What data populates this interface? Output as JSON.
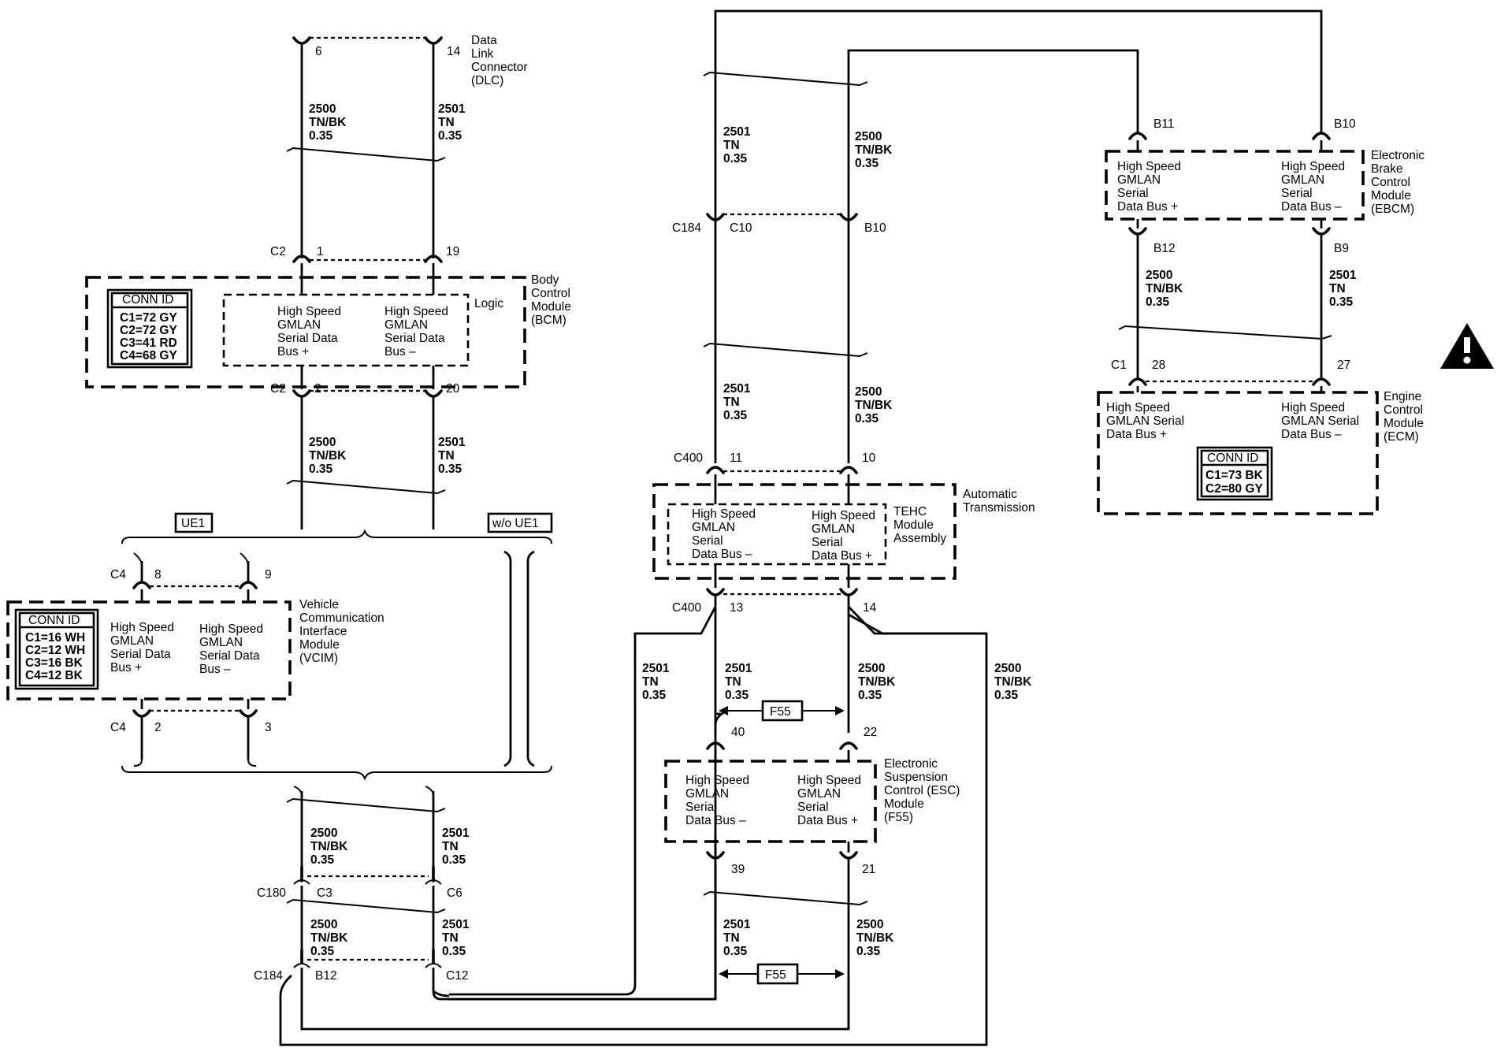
{
  "dlc": {
    "name": [
      "Data",
      "Link",
      "Connector",
      "(DLC)"
    ],
    "pin_left": "6",
    "pin_right": "14",
    "wire_left": [
      "2500",
      "TN/BK",
      "0.35"
    ],
    "wire_right": [
      "2501",
      "TN",
      "0.35"
    ]
  },
  "bcm": {
    "name": [
      "Body",
      "Control",
      "Module",
      "(BCM)"
    ],
    "logic_label": "Logic",
    "top_connector": "C2",
    "top_pins": [
      "1",
      "19"
    ],
    "bottom_connector": "C2",
    "bottom_pins": [
      "2",
      "20"
    ],
    "plus_label": [
      "High Speed",
      "GMLAN",
      "Serial Data",
      "Bus +"
    ],
    "minus_label": [
      "High Speed",
      "GMLAN",
      "Serial Data",
      "Bus –"
    ],
    "conn_id": {
      "title": "CONN ID",
      "rows": [
        "C1=72 GY",
        "C2=72 GY",
        "C3=41 RD",
        "C4=68 GY"
      ]
    },
    "wire_below_left": [
      "2500",
      "TN/BK",
      "0.35"
    ],
    "wire_below_right": [
      "2501",
      "TN",
      "0.35"
    ]
  },
  "options": {
    "with": "UE1",
    "without": "w/o UE1"
  },
  "vcim": {
    "name": [
      "Vehicle",
      "Communication",
      "Interface",
      "Module",
      "(VCIM)"
    ],
    "top_connector": "C4",
    "top_pins": [
      "8",
      "9"
    ],
    "bottom_connector": "C4",
    "bottom_pins": [
      "2",
      "3"
    ],
    "plus_label": [
      "High Speed",
      "GMLAN",
      "Serial Data",
      "Bus +"
    ],
    "minus_label": [
      "High Speed",
      "GMLAN",
      "Serial Data",
      "Bus –"
    ],
    "conn_id": {
      "title": "CONN ID",
      "rows": [
        "C1=16 WH",
        "C2=12 WH",
        "C3=16 BK",
        "C4=12 BK"
      ]
    }
  },
  "lower_left": {
    "wire_a_left": [
      "2500",
      "TN/BK",
      "0.35"
    ],
    "wire_a_right": [
      "2501",
      "TN",
      "0.35"
    ],
    "c180": {
      "connector": "C180",
      "pins": [
        "C3",
        "C6"
      ]
    },
    "wire_b_left": [
      "2500",
      "TN/BK",
      "0.35"
    ],
    "wire_b_right": [
      "2501",
      "TN",
      "0.35"
    ],
    "c184": {
      "connector": "C184",
      "pins": [
        "B12",
        "C12"
      ]
    }
  },
  "center": {
    "wire_top_left": [
      "2501",
      "TN",
      "0.35"
    ],
    "wire_top_right": [
      "2500",
      "TN/BK",
      "0.35"
    ],
    "c184": {
      "connector": "C184",
      "pins": [
        "C10",
        "B10"
      ]
    },
    "wire_mid_left": [
      "2501",
      "TN",
      "0.35"
    ],
    "wire_mid_right": [
      "2500",
      "TN/BK",
      "0.35"
    ],
    "c400_top": {
      "connector": "C400",
      "pins": [
        "11",
        "10"
      ]
    },
    "c400_bottom": {
      "connector": "C400",
      "pins": [
        "13",
        "14"
      ]
    }
  },
  "tehc": {
    "outer_name": [
      "Automatic",
      "Transmission"
    ],
    "inner_name": [
      "TEHC",
      "Module",
      "Assembly"
    ],
    "minus_label": [
      "High Speed",
      "GMLAN",
      "Serial",
      "Data  Bus –"
    ],
    "plus_label": [
      "High Speed",
      "GMLAN",
      "Serial",
      "Data Bus +"
    ]
  },
  "esc_section": {
    "wire_left_outer": [
      "2501",
      "TN",
      "0.35"
    ],
    "wire_left": [
      "2501",
      "TN",
      "0.35"
    ],
    "wire_right": [
      "2500",
      "TN/BK",
      "0.35"
    ],
    "wire_right_outer": [
      "2500",
      "TN/BK",
      "0.35"
    ],
    "option_label": "F55",
    "top_pins": [
      "40",
      "22"
    ],
    "bottom_pins": [
      "39",
      "21"
    ],
    "wire_below_left": [
      "2501",
      "TN",
      "0.35"
    ],
    "wire_below_right": [
      "2500",
      "TN/BK",
      "0.35"
    ],
    "option_label_bottom": "F55"
  },
  "esc": {
    "name": [
      "Electronic",
      "Suspension",
      "Control (ESC)",
      "Module",
      "(F55)"
    ],
    "minus_label": [
      "High Speed",
      "GMLAN",
      "Serial",
      "Data Bus –"
    ],
    "plus_label": [
      "High Speed",
      "GMLAN",
      "Serial",
      "Data Bus +"
    ]
  },
  "ebcm": {
    "name": [
      "Electronic",
      "Brake",
      "Control",
      "Module",
      "(EBCM)"
    ],
    "top_pins": [
      "B11",
      "B10"
    ],
    "bottom_pins": [
      "B12",
      "B9"
    ],
    "plus_label": [
      "High Speed",
      "GMLAN",
      "Serial",
      "Data Bus +"
    ],
    "minus_label": [
      "High Speed",
      "GMLAN",
      "Serial",
      "Data Bus –"
    ],
    "wire_left": [
      "2500",
      "TN/BK",
      "0.35"
    ],
    "wire_right": [
      "2501",
      "TN",
      "0.35"
    ]
  },
  "ecm": {
    "name": [
      "Engine",
      "Control",
      "Module",
      "(ECM)"
    ],
    "connector": "C1",
    "pins": [
      "28",
      "27"
    ],
    "plus_label": [
      "High Speed",
      "GMLAN Serial",
      "Data Bus +"
    ],
    "minus_label": [
      "High Speed",
      "GMLAN Serial",
      "Data Bus –"
    ],
    "conn_id": {
      "title": "CONN ID",
      "rows": [
        "C1=73 BK",
        "C2=80 GY"
      ]
    }
  },
  "icons": {
    "warning": "warning-triangle-icon"
  }
}
